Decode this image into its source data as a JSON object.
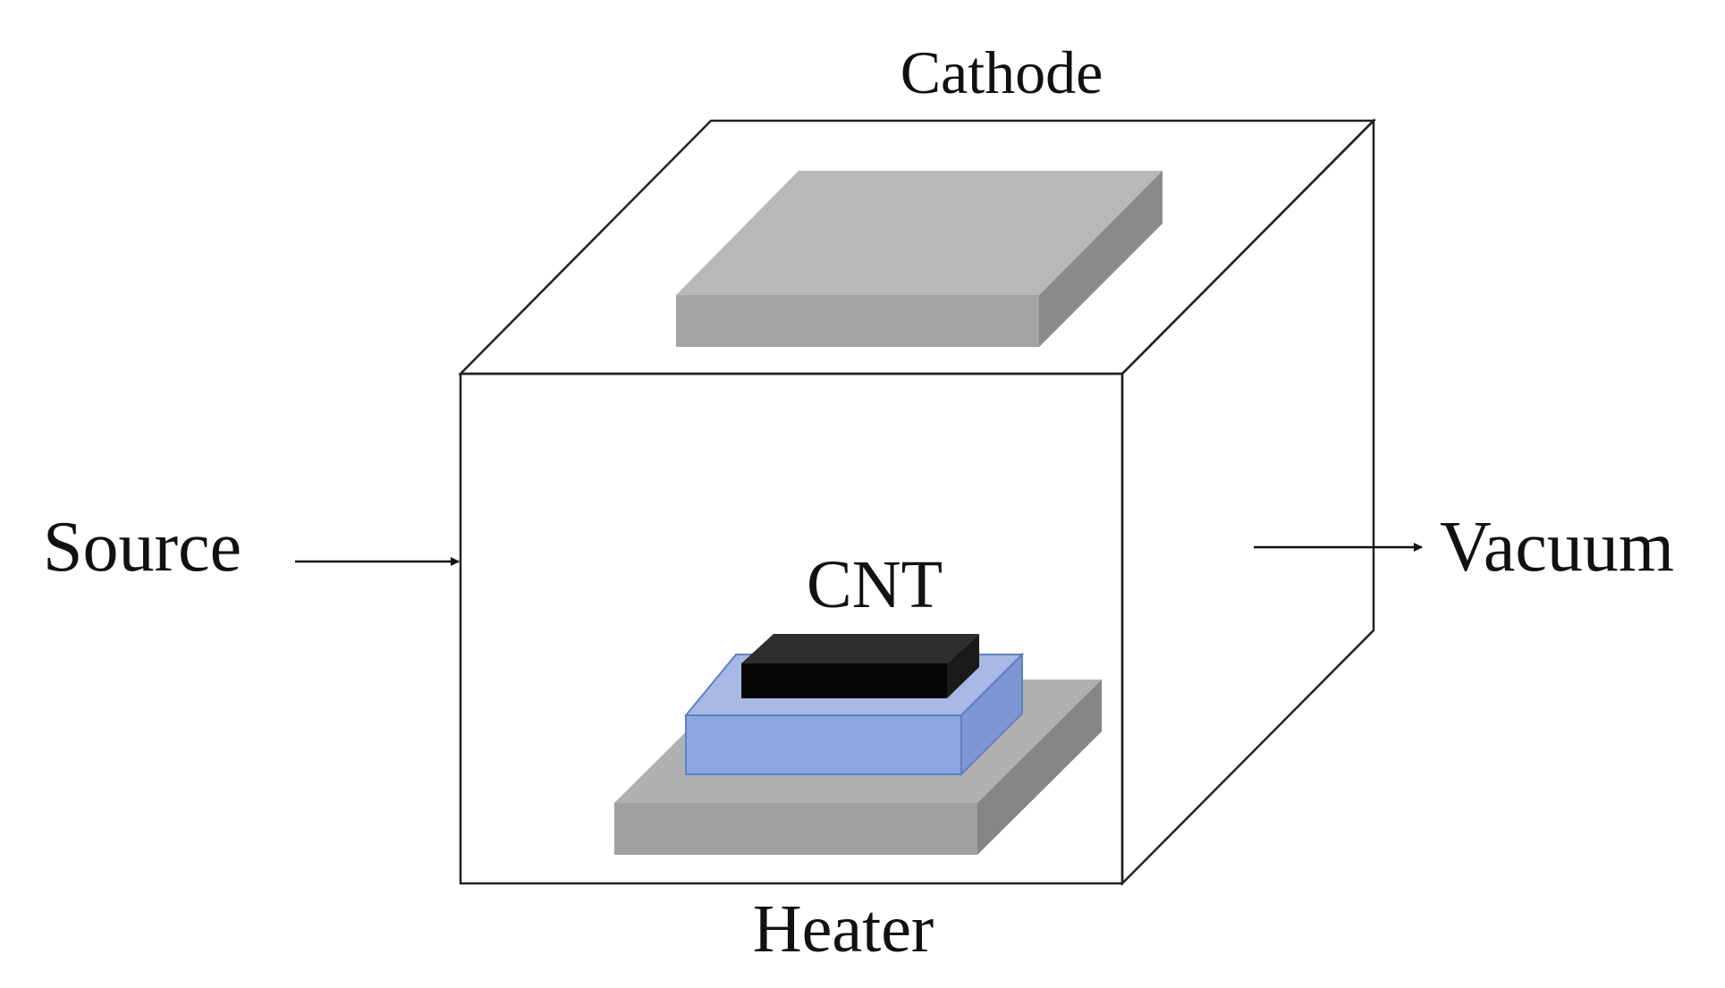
{
  "diagram": {
    "labels": {
      "cathode": "Cathode",
      "source": "Source",
      "vacuum": "Vacuum",
      "cnt": "CNT",
      "heater": "Heater"
    },
    "colors": {
      "background": "#ffffff",
      "chamber_edge": "#222222",
      "cathode_top": "#b8b8b8",
      "cathode_front": "#a4a4a4",
      "cathode_side": "#8a8a8a",
      "heater_top": "#b0b0b0",
      "heater_front": "#a0a0a0",
      "heater_side": "#868686",
      "substrate_top": "#a8b8e6",
      "substrate_front": "#8ea6e0",
      "substrate_side": "#7e96d2",
      "substrate_edge": "#5f7fc4",
      "cnt_top": "#2e2e2e",
      "cnt_front": "#050505",
      "cnt_side": "#1a1a1a"
    }
  }
}
